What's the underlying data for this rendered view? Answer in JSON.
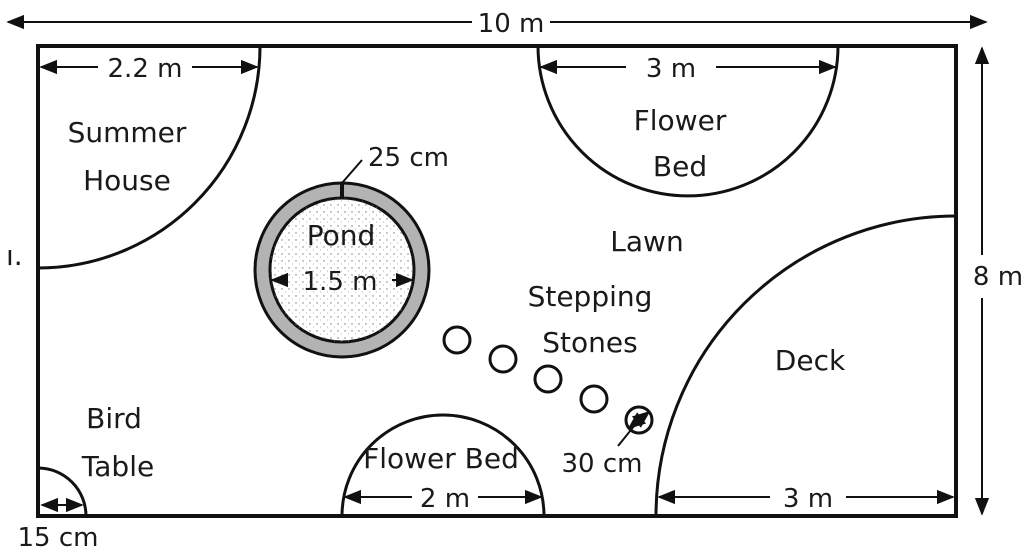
{
  "labels": {
    "summer_house_line1": "Summer",
    "summer_house_line2": "House",
    "flower_bed_top_line1": "Flower",
    "flower_bed_top_line2": "Bed",
    "pond": "Pond",
    "lawn": "Lawn",
    "stepping_line1": "Stepping",
    "stepping_line2": "Stones",
    "deck": "Deck",
    "bird_line1": "Bird",
    "bird_line2": "Table",
    "flower_bed_bottom": "Flower Bed",
    "left_edge_fragment": "ı."
  },
  "dimensions": {
    "total_width": "10 m",
    "total_height": "8 m",
    "summer_house_radius": "2.2 m",
    "flower_bed_top_width": "3 m",
    "pond_rim": "25 cm",
    "pond_diameter": "1.5 m",
    "stone_diameter": "30 cm",
    "flower_bed_bottom_width": "2 m",
    "deck_radius": "3 m",
    "bird_table_radius": "15 cm"
  },
  "colors": {
    "line": "#111111",
    "pond_rim_fill": "#b3b3b3",
    "background": "#ffffff"
  }
}
